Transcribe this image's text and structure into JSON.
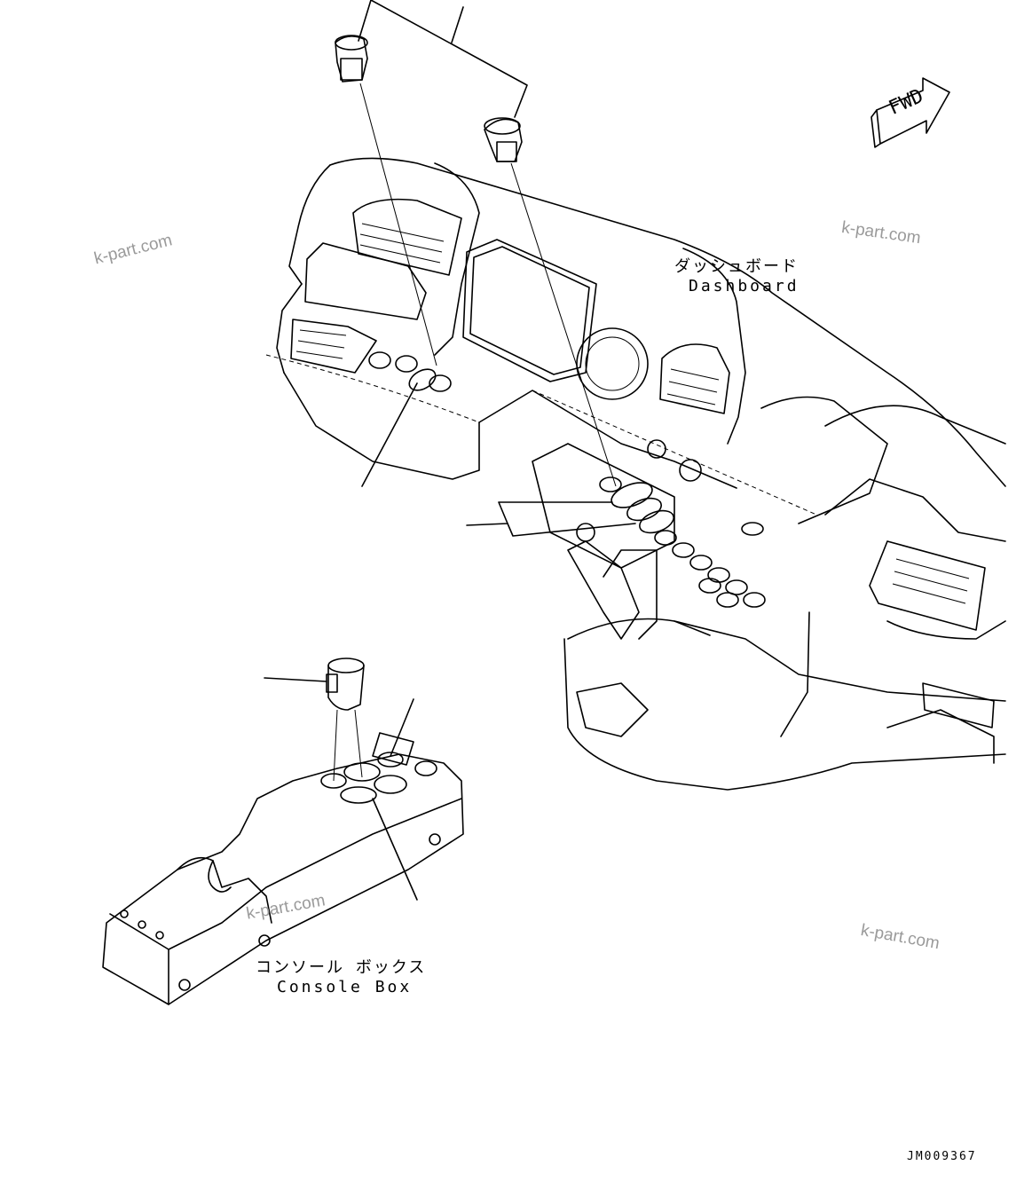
{
  "labels": {
    "dashboard_jp": "ダッシュボード",
    "dashboard_en": "Dashboard",
    "console_jp": "コンソール ボックス",
    "console_en": "Console Box",
    "fwd": "FWD",
    "drawing_code": "JM009367"
  },
  "watermarks": [
    "k-part.com",
    "k-part.com",
    "k-part.com",
    "k-part.com"
  ]
}
